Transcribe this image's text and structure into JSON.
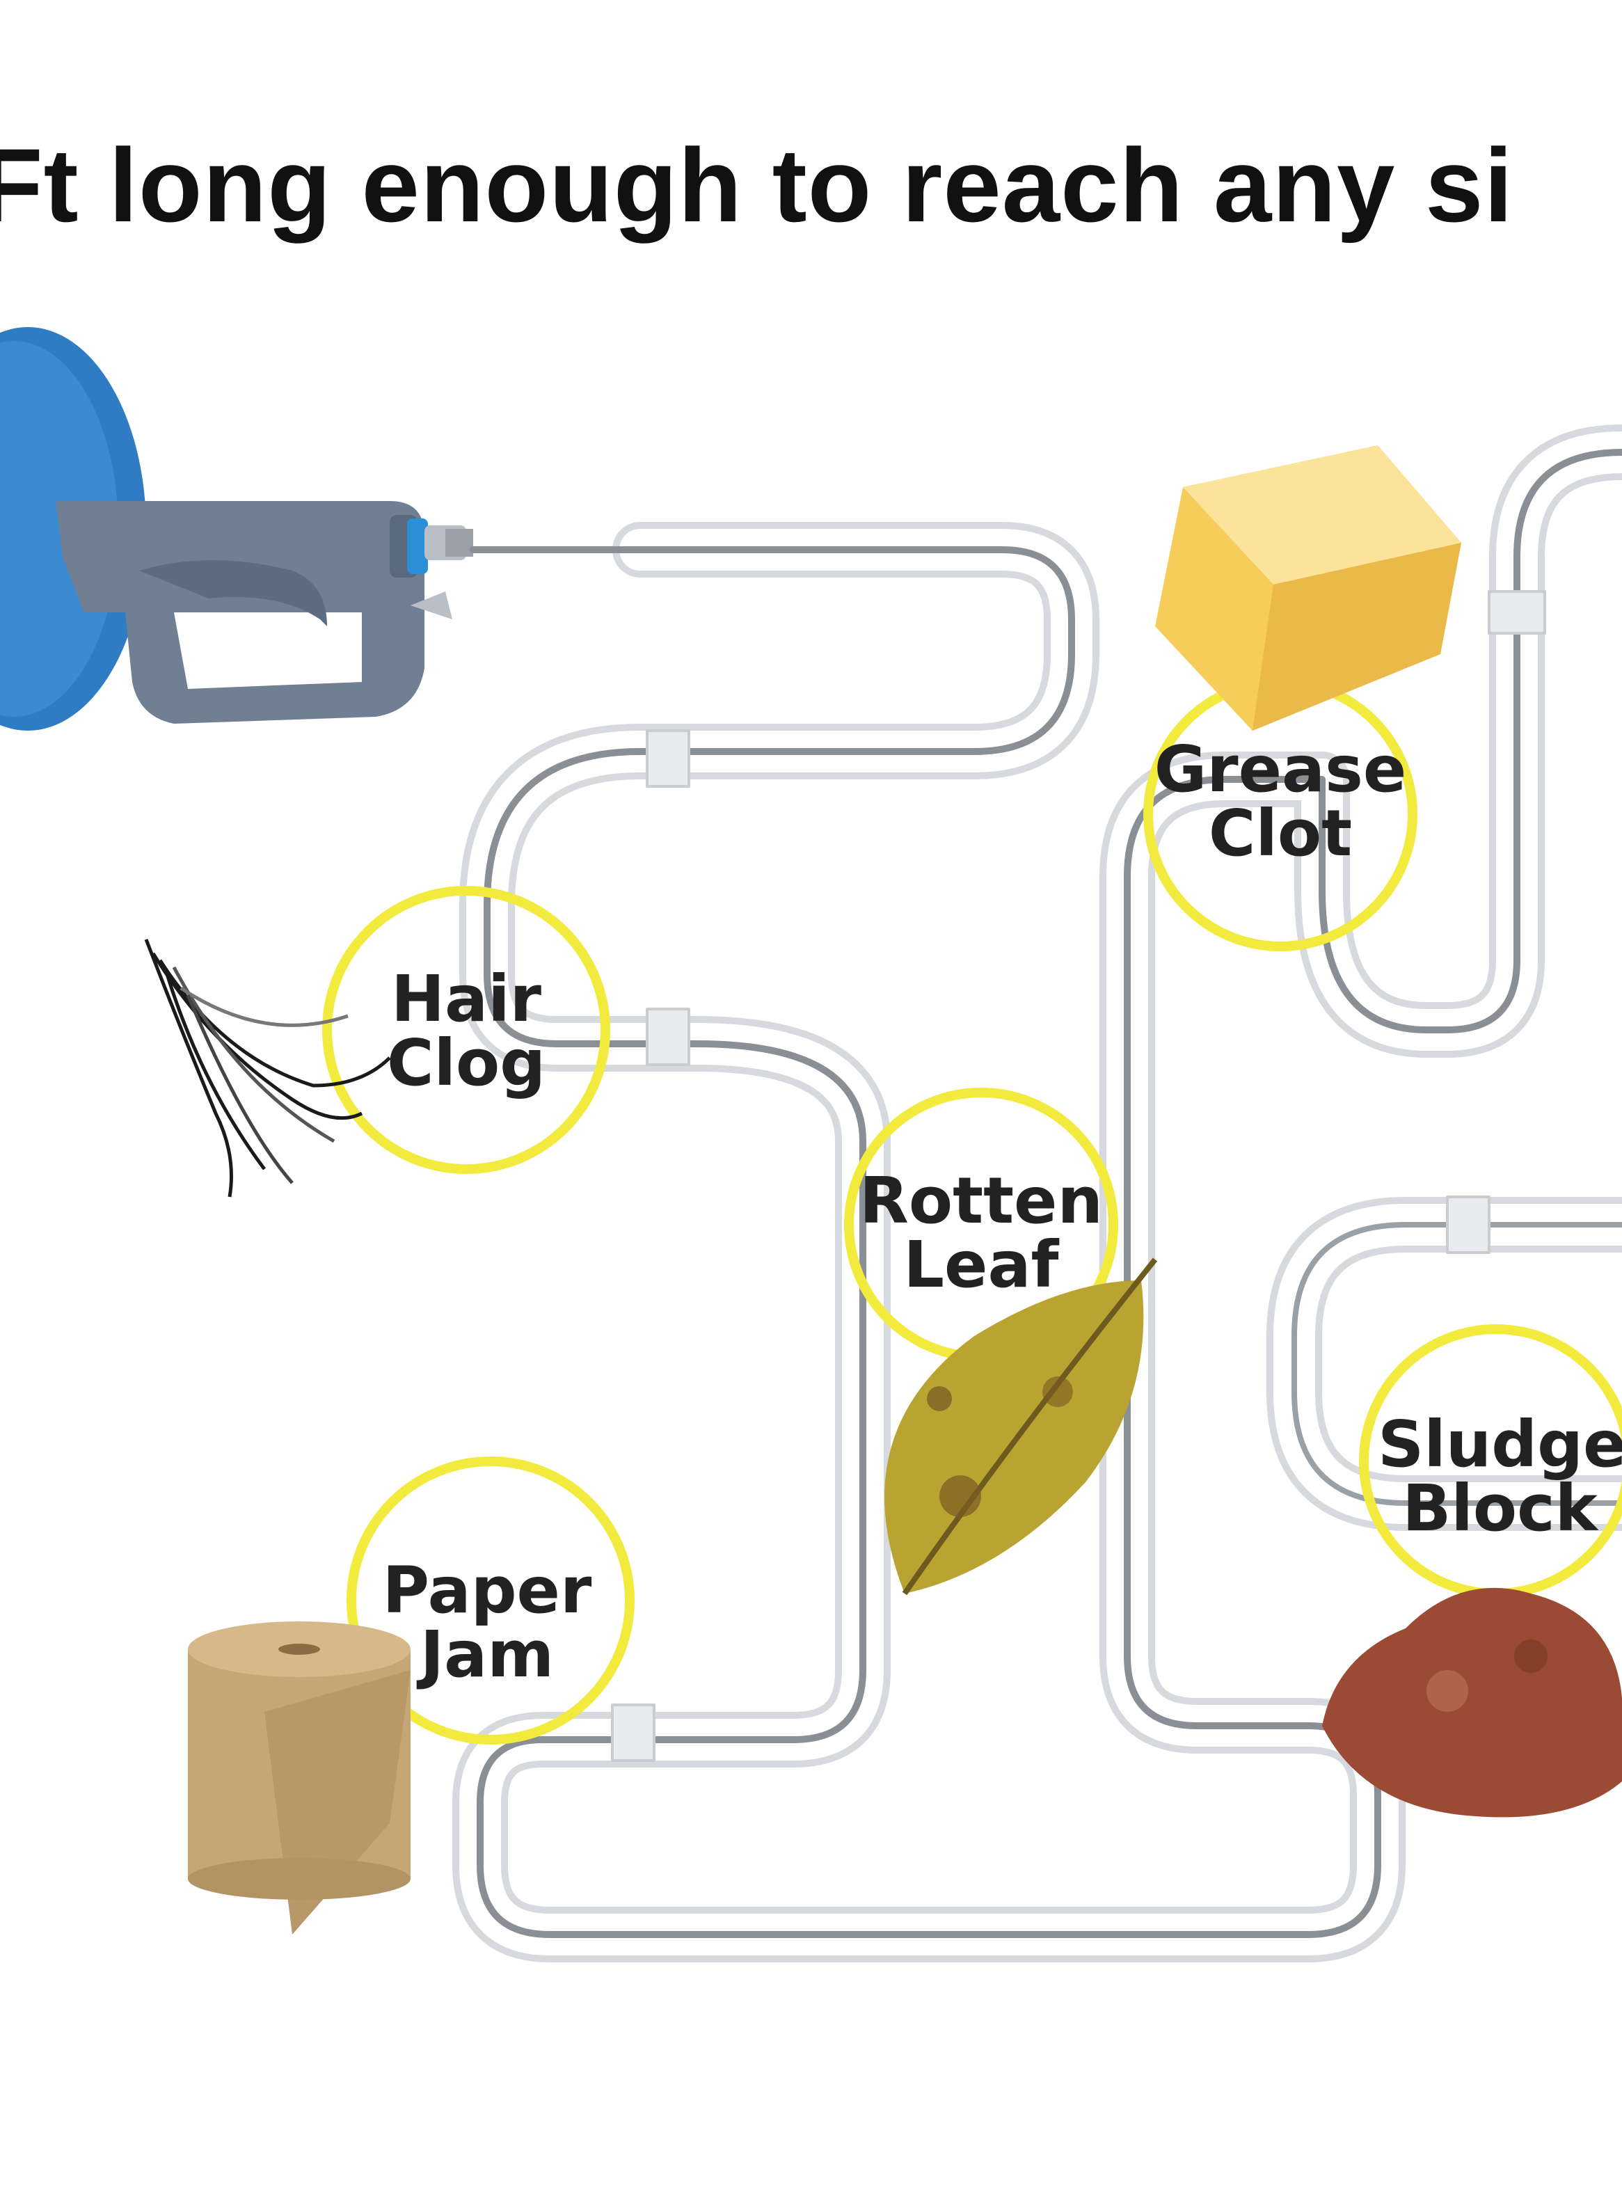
{
  "headline": "Ft long enough to reach any si",
  "callouts": [
    {
      "id": "hair",
      "line1": "Hair",
      "line2": "Clog"
    },
    {
      "id": "grease",
      "line1": "Grease",
      "line2": "Clot"
    },
    {
      "id": "leaf",
      "line1": "Rotten",
      "line2": "Leaf"
    },
    {
      "id": "paper",
      "line1": "Paper",
      "line2": "Jam"
    },
    {
      "id": "sludge",
      "line1": "Sludge",
      "line2": "Block"
    }
  ],
  "colors": {
    "callout_ring": "#f2ea3c",
    "pipe": "#d9dbde",
    "cable": "#8a8f96",
    "reel": "#2f7cc4",
    "gun": "#6f7f95",
    "butter": "#f6cc5a",
    "leaf": "#b9a431",
    "paper": "#c6a577",
    "sludge": "#9b4a33"
  },
  "icons": [
    "drain-reel-icon",
    "hair-icon",
    "butter-icon",
    "leaf-icon",
    "paper-roll-icon",
    "sludge-rock-icon"
  ]
}
